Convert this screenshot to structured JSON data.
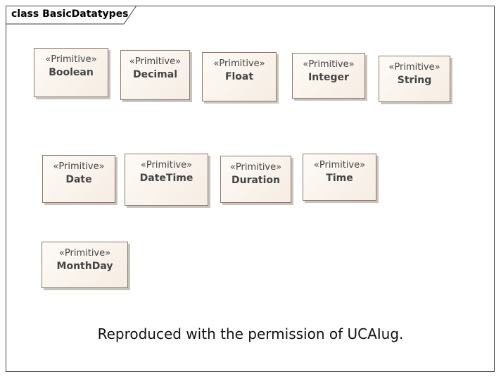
{
  "diagram": {
    "frame_keyword": "class",
    "frame_name": "BasicDatatypes",
    "stereotype": "«Primitive»",
    "classes": [
      {
        "name": "Boolean"
      },
      {
        "name": "Decimal"
      },
      {
        "name": "Float"
      },
      {
        "name": "Integer"
      },
      {
        "name": "String"
      },
      {
        "name": "Date"
      },
      {
        "name": "DateTime"
      },
      {
        "name": "Duration"
      },
      {
        "name": "Time"
      },
      {
        "name": "MonthDay"
      }
    ],
    "note": "Reproduced with the permission of UCAIug.",
    "colors": {
      "class_fill": "#f6ede3",
      "class_border": "#8c7a6e",
      "frame_border": "#404040"
    }
  }
}
